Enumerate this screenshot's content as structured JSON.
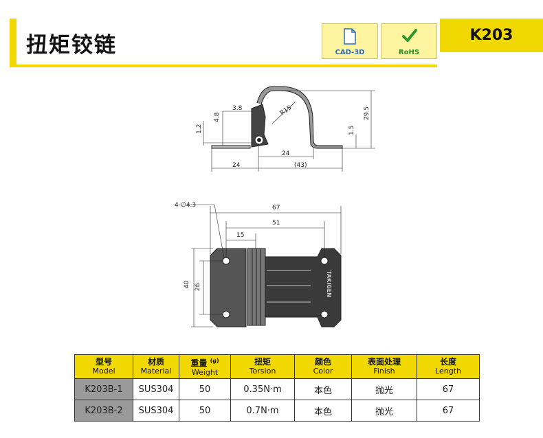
{
  "header": {
    "title": "扭矩铰链",
    "badge_cad": "CAD-3D",
    "badge_rohs": "RoHS",
    "code": "K203",
    "colors": {
      "accent": "#f0d800",
      "cad_text": "#2a6bb5",
      "rohs_text": "#2a8a2a"
    }
  },
  "side_view": {
    "dims": {
      "d38": "3.8",
      "d48": "4.8",
      "d12": "1.2",
      "r15": "R15",
      "d295": "29.5",
      "d15": "1.5",
      "d24a": "24",
      "d24b": "24",
      "d43": "(43)"
    }
  },
  "top_view": {
    "dims": {
      "holes": "4-∅4.3",
      "d67": "67",
      "d51": "51",
      "d15": "15",
      "d40": "40",
      "d26": "26"
    },
    "brand_mark": "TAKIGEN"
  },
  "table": {
    "headers": [
      {
        "cn": "型号",
        "en": "Model"
      },
      {
        "cn": "材质",
        "en": "Material"
      },
      {
        "cn": "重量",
        "en": "Weight",
        "unit": "(g)"
      },
      {
        "cn": "扭矩",
        "en": "Torsion"
      },
      {
        "cn": "颜色",
        "en": "Color"
      },
      {
        "cn": "表面处理",
        "en": "Finish"
      },
      {
        "cn": "长度",
        "en": "Length"
      }
    ],
    "rows": [
      [
        "K203B-1",
        "SUS304",
        "50",
        "0.35N·m",
        "本色",
        "抛光",
        "67"
      ],
      [
        "K203B-2",
        "SUS304",
        "50",
        "0.7N·m",
        "本色",
        "抛光",
        "67"
      ]
    ]
  }
}
